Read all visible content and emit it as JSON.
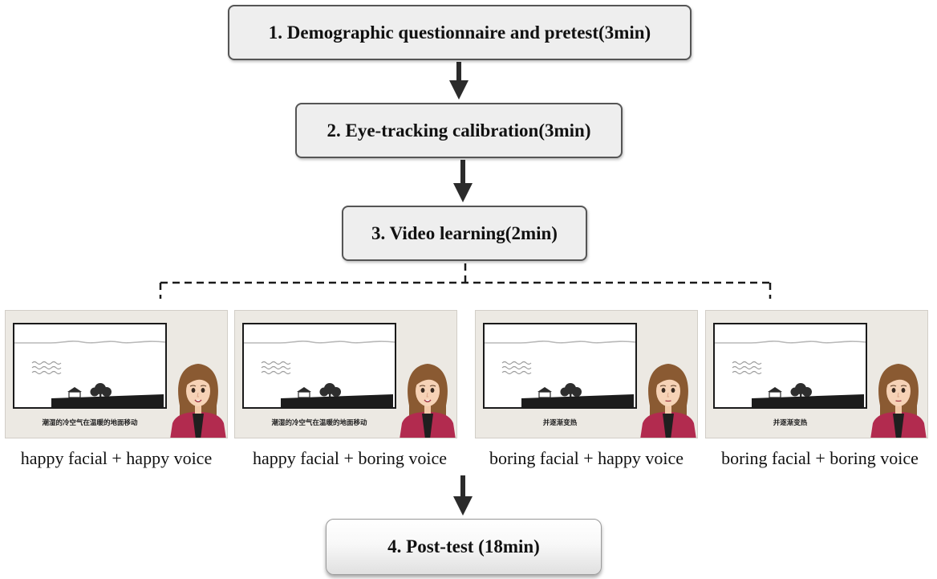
{
  "steps": [
    {
      "label": "1. Demographic questionnaire and pretest(3min)"
    },
    {
      "label": "2. Eye-tracking calibration(3min)"
    },
    {
      "label": "3. Video learning(2min)"
    },
    {
      "label": "4. Post-test (18min)"
    }
  ],
  "conditions": [
    {
      "label": "happy facial + happy voice",
      "subtitle": "潮湿的冷空气在温暖的地面移动",
      "expression": "happy"
    },
    {
      "label": "happy facial + boring voice",
      "subtitle": "潮湿的冷空气在温暖的地面移动",
      "expression": "happy"
    },
    {
      "label": "boring facial + happy voice",
      "subtitle": "并逐渐变热",
      "expression": "boring"
    },
    {
      "label": "boring facial + boring voice",
      "subtitle": "并逐渐变热",
      "expression": "boring"
    }
  ],
  "colors": {
    "arrow": "#2b2b2b",
    "box_border": "#555555",
    "box_fill": "#eeeeee",
    "panel_bg": "#ece9e3",
    "teacher_hair": "#8a5a32",
    "teacher_jacket": "#b22b4f"
  }
}
